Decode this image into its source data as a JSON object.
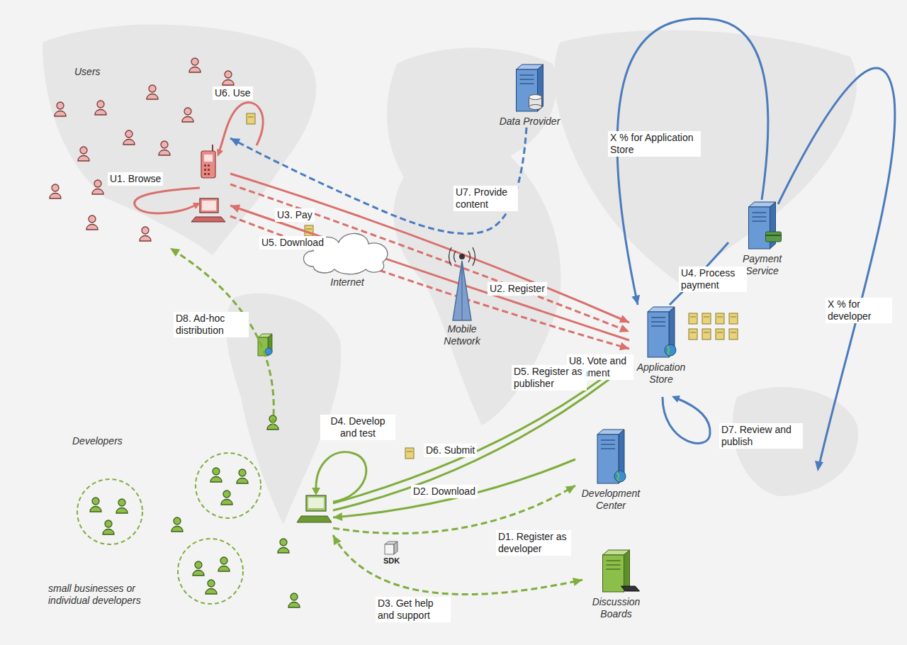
{
  "diagram": {
    "nodes": [
      {
        "text": [
          "Users"
        ]
      },
      {
        "text": [
          "Data Provider"
        ]
      },
      {
        "text": [
          "Internet"
        ]
      },
      {
        "text": [
          "Mobile Network"
        ]
      },
      {
        "text": [
          "Payment Service"
        ]
      },
      {
        "text": [
          "Application Store"
        ]
      },
      {
        "text": [
          "Developers",
          "small businesses or individual developers"
        ]
      },
      {
        "text": [
          "Development Center"
        ]
      },
      {
        "text": [
          "Discussion Boards"
        ]
      }
    ],
    "edges": [
      {
        "from": 0,
        "to": 5,
        "label": "U2. Register",
        "arrow": "to"
      },
      {
        "from": 0,
        "to": 5,
        "label": "U3. Pay",
        "arrow": "to"
      },
      {
        "from": 5,
        "to": 0,
        "label": "U5. Download",
        "arrow": "to"
      },
      {
        "from": 0,
        "to": 5,
        "label": "U8. Vote and comment",
        "arrow": "to"
      },
      {
        "from": 1,
        "to": 0,
        "label": "U7. Provide content",
        "arrow": "to"
      },
      {
        "from": 5,
        "to": 4,
        "label": "U4. Process payment",
        "arrow": "none"
      },
      {
        "from": 4,
        "to": 5,
        "label": "X % for Application Store",
        "arrow": "to"
      },
      {
        "from": 6,
        "to": 7,
        "label": "D1. Register as developer",
        "arrow": "to"
      },
      {
        "from": 7,
        "to": 6,
        "label": "D2. Download",
        "arrow": "to"
      },
      {
        "from": 6,
        "to": 8,
        "label": "D3. Get help and support",
        "arrow": "both"
      },
      {
        "from": 6,
        "to": 5,
        "label": "D5. Register as publisher",
        "arrow": "to"
      },
      {
        "from": 6,
        "to": 5,
        "label": "D6. Submit",
        "arrow": "to"
      },
      {
        "from": 6,
        "to": 0,
        "label": "D8. Ad-hoc distribution",
        "arrow": "to"
      }
    ],
    "labels": [
      "U1. Browse",
      "U6. Use",
      "D4. Develop and test",
      "D7. Review and publish",
      "X % for developer",
      "SDK"
    ]
  }
}
